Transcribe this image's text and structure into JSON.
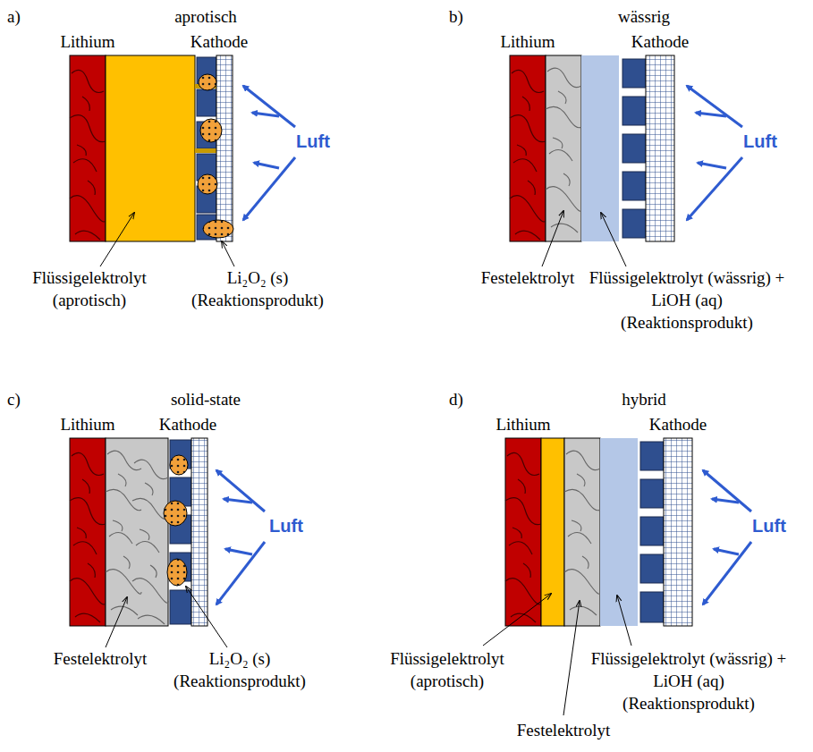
{
  "diagram": {
    "labels": [
      "a)",
      "aprotisch",
      "Lithium",
      "Kathode",
      "Luft",
      "Flüssigelektrolyt (aprotisch)",
      "Li₂O₂ (s) (Reaktionsprodukt)",
      "b)",
      "wässrig",
      "Lithium",
      "Kathode",
      "Luft",
      "Festelektrolyt",
      "Flüssigelektrolyt (wässrig) + LiOH (aq) (Reaktionsprodukt)",
      "c)",
      "solid-state",
      "Lithium",
      "Kathode",
      "Luft",
      "Festelektrolyt",
      "Li₂O₂ (s) (Reaktionsprodukt)",
      "d)",
      "hybrid",
      "Lithium",
      "Kathode",
      "Luft",
      "Flüssigelektrolyt (aprotisch)",
      "Flüssigelektrolyt (wässrig) + LiOH (aq) (Reaktionsprodukt)",
      "Festelektrolyt"
    ]
  }
}
